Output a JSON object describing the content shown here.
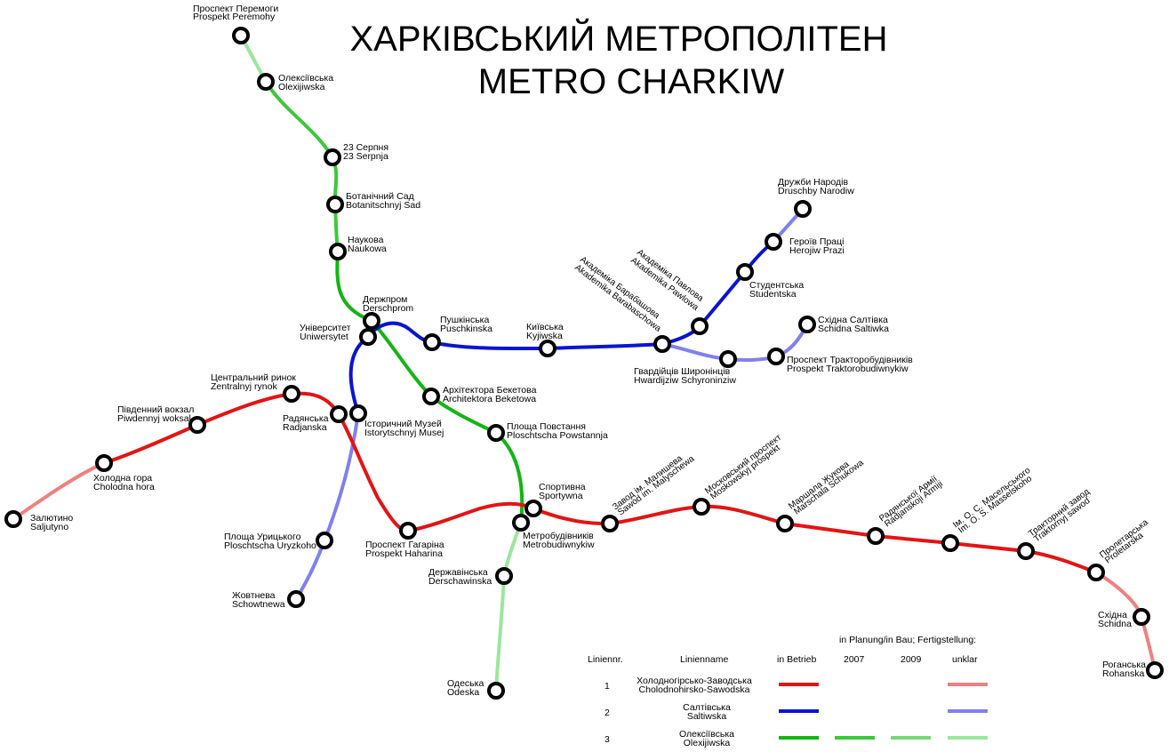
{
  "title": {
    "line1": "ХАРКІВСЬКИЙ МЕТРОПОЛІТЕН",
    "line2": "METRO CHARKIW"
  },
  "colors": {
    "red": "#e31414",
    "red_planned": "#f08080",
    "blue": "#0a14d2",
    "blue_planned": "#8080f0",
    "green": "#14b414",
    "green_2007": "#3cc83c",
    "green_2009": "#78d878",
    "green_planned": "#9ce69c"
  },
  "stations": {
    "prospekt_peremohy": [
      "Проспект Перемоги",
      "Prospekt Peremohy"
    ],
    "oleksiivska": [
      "Олексіївська",
      "Olexijiwska"
    ],
    "serpnia23": [
      "23 Серпня",
      "23 Serpnja"
    ],
    "botanichnyi": [
      "Ботанічний Сад",
      "Botanitschnyj Sad"
    ],
    "naukova": [
      "Наукова",
      "Naukowa"
    ],
    "derzhprom": [
      "Держпром",
      "Derschprom"
    ],
    "universytet": [
      "Університет",
      "Uniwersytet"
    ],
    "pushkinska": [
      "Пушкінська",
      "Puschkinska"
    ],
    "kyivska": [
      "Київська",
      "Kyjiwska"
    ],
    "barabashova": [
      "Академіка Барабашова",
      "Akademika Barabaschowa"
    ],
    "pavlova": [
      "Академіка Павлова",
      "Akademika Pawlowa"
    ],
    "studentska": [
      "Студентська",
      "Studentska"
    ],
    "heroiv_pratsi": [
      "Героїв Праці",
      "Herojiw Prazi"
    ],
    "druzhby": [
      "Дружби Народів",
      "Druschby Narodiw"
    ],
    "shyronintsiv": [
      "Гвардійців Широнінців",
      "Hwardijziw Schyroninziw"
    ],
    "traktorobud": [
      "Проспект Тракторобудівників",
      "Prospekt Traktorobudiwnykiw"
    ],
    "skhidna_saltivka": [
      "Східна Салтівка",
      "Schidna Saltiwka"
    ],
    "beketova": [
      "Архітектора Бекетова",
      "Architektora Beketowa"
    ],
    "povstannia": [
      "Площа Повстання",
      "Ploschtscha Powstannja"
    ],
    "sportyvna": [
      "Спортивна",
      "Sportywna"
    ],
    "metrobud": [
      "Метробудівників",
      "Metrobudiwnykiw"
    ],
    "derzhavinska": [
      "Державінська",
      "Derschawinska"
    ],
    "odeska": [
      "Одеська",
      "Odeska"
    ],
    "tsentralnyi": [
      "Центральний ринок",
      "Zentralnyj rynok"
    ],
    "pivdennyi": [
      "Південний вокзал",
      "Piwdennyj woksal"
    ],
    "kholodna": [
      "Холодна гора",
      "Cholodna hora"
    ],
    "zaliutyno": [
      "Залютино",
      "Saljutyno"
    ],
    "radianska": [
      "Радянська",
      "Radjanska"
    ],
    "istorychnyi": [
      "Історичний Музей",
      "Istorytschnyj Musej"
    ],
    "uritskoho": [
      "Площа Урицького",
      "Ploschtscha Uryzkoho"
    ],
    "zhovtneva": [
      "Жовтнева",
      "Schowtnewa"
    ],
    "haharina": [
      "Проспект Гагаріна",
      "Prospekt Haharina"
    ],
    "malysheva": [
      "Завод ім. Малишева",
      "Sawod im. Malyschewa"
    ],
    "moskovskyi": [
      "Московський проспект",
      "Moskowskyj prospekt"
    ],
    "zhukova": [
      "Маршала Жукова",
      "Marschala Schukowa"
    ],
    "radianskoi_armii": [
      "Радянської Армії",
      "Radjanskoji Armiji"
    ],
    "maselskoho": [
      "Ім. О. С. Масельського",
      "Im. O. S. Masselskoho"
    ],
    "traktornyi": [
      "Тракторний завод",
      "Traktornyj sawod"
    ],
    "proletarska": [
      "Пролетарська",
      "Proletarska"
    ],
    "skhidna": [
      "Східна",
      "Schidna"
    ],
    "rohanska": [
      "Роганська",
      "Rohanska"
    ]
  },
  "legend": {
    "header_planning": "in Planung/in Bau; Fertigstellung:",
    "col_nr": "Liniennr.",
    "col_name": "Linienname",
    "col_operating": "in Betrieb",
    "col_2007": "2007",
    "col_2009": "2009",
    "col_unknown": "unklar",
    "rows": [
      {
        "nr": "1",
        "name1": "Холодногірсько-Заводська",
        "name2": "Cholodnohirsko-Sawodska"
      },
      {
        "nr": "2",
        "name1": "Салтівська",
        "name2": "Saltiwska"
      },
      {
        "nr": "3",
        "name1": "Олексіївська",
        "name2": "Olexijiwska"
      }
    ]
  }
}
